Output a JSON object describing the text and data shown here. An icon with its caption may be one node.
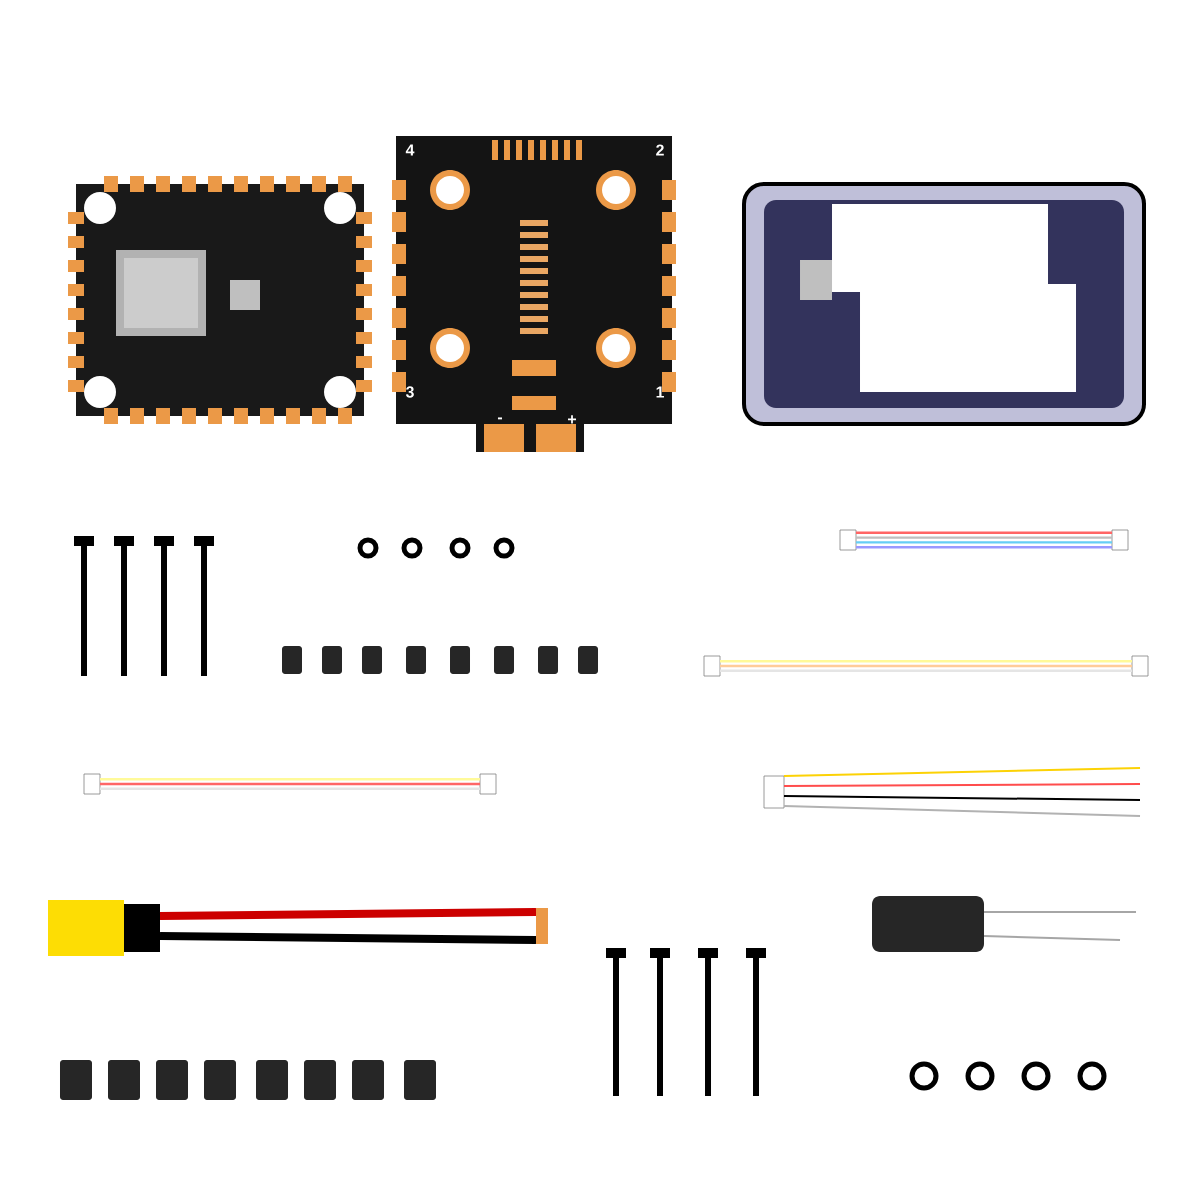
{
  "diagram": {
    "labels": [
      "4",
      "2",
      "3",
      "1",
      "-",
      "+"
    ]
  }
}
